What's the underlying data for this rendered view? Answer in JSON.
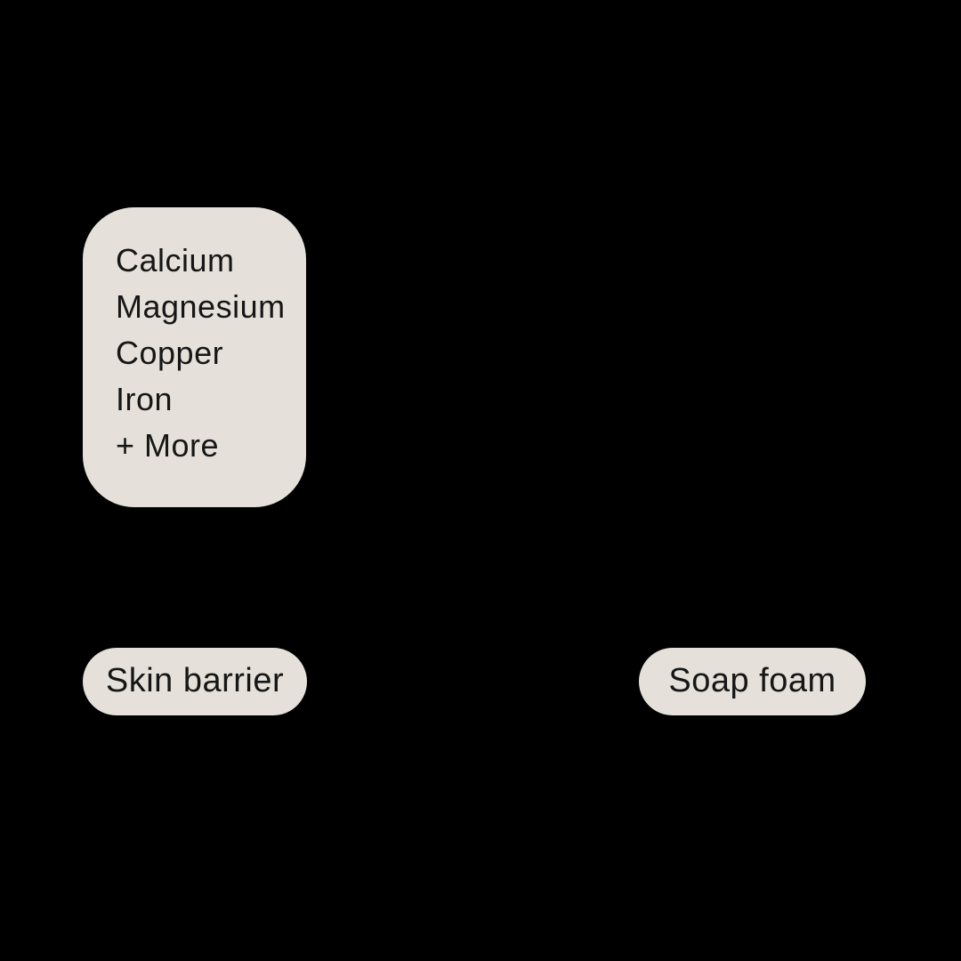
{
  "canvas": {
    "background_color": "#000000"
  },
  "colors": {
    "shape_fill": "#e5e1da",
    "text": "#161616"
  },
  "minerals_card": {
    "items": [
      {
        "label": "Calcium"
      },
      {
        "label": "Magnesium"
      },
      {
        "label": "Copper"
      },
      {
        "label": "Iron"
      },
      {
        "label": "+ More"
      }
    ]
  },
  "pills": {
    "skin_barrier": {
      "label": "Skin barrier"
    },
    "soap_foam": {
      "label": "Soap foam"
    }
  }
}
